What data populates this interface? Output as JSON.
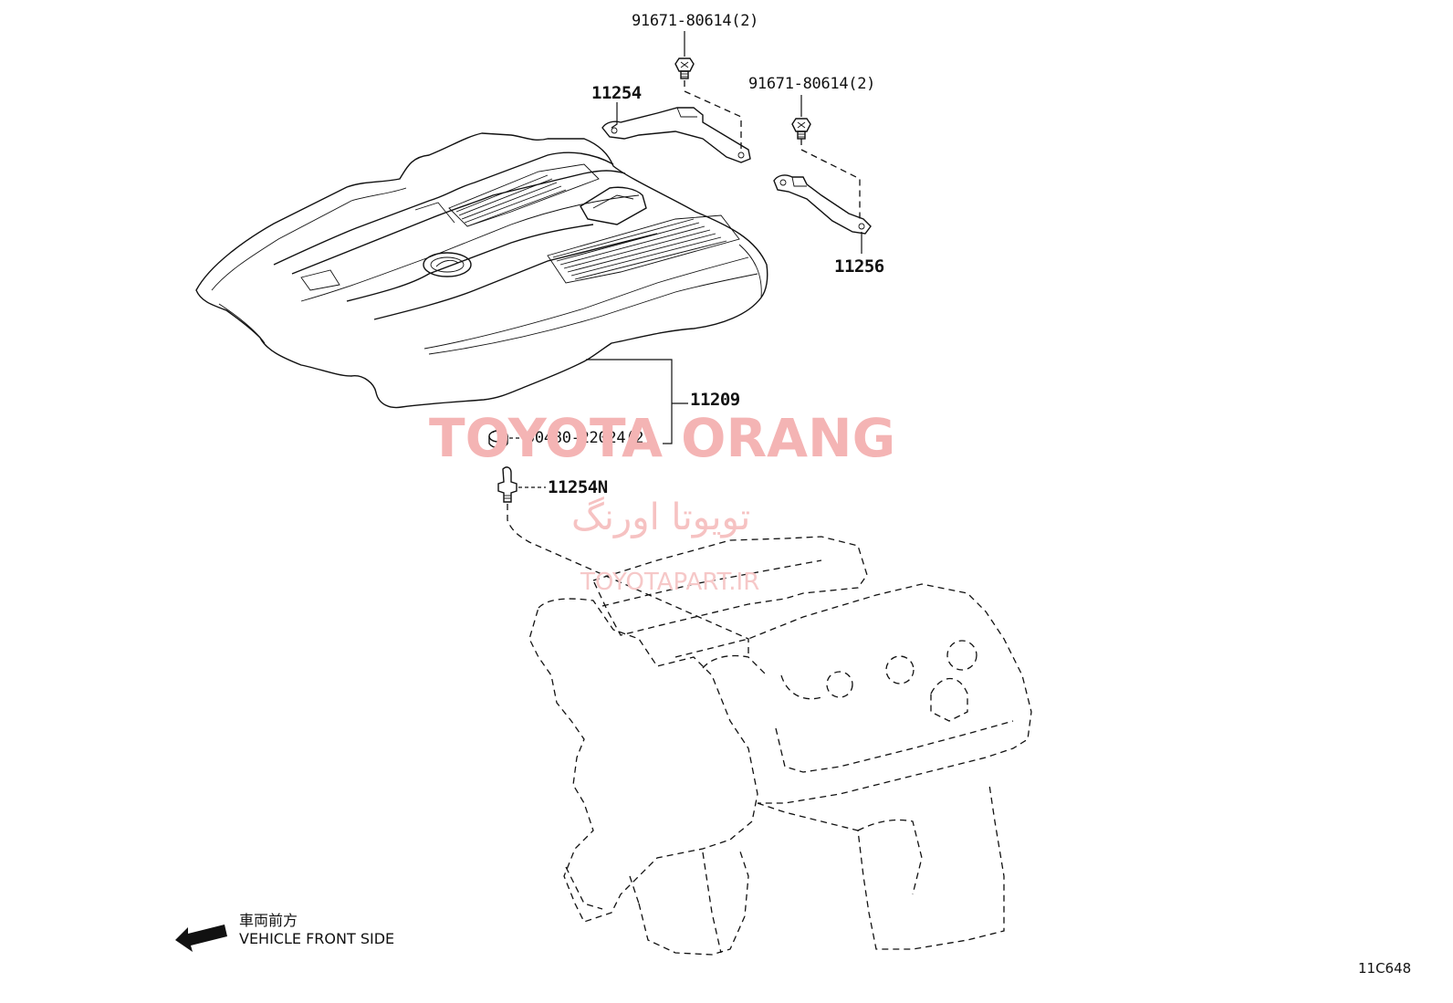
{
  "parts": {
    "bolt_top": "91671-80614(2)",
    "bolt_right": "91671-80614(2)",
    "bracket_left": "11254",
    "bracket_right": "11256",
    "engine_cover": "11209",
    "grommet": "90480-22024(2)",
    "stud_bolt": "11254N"
  },
  "direction": {
    "label_jp": "車両前方",
    "label_en": "VEHICLE FRONT SIDE"
  },
  "diagram_code": "11C648",
  "watermark": {
    "main": "TOYOTA ORANG",
    "persian": "تویوتا اورنگ",
    "url": "TOYOTAPART.IR"
  },
  "colors": {
    "line": "#111111",
    "watermark": "#f4b4b4"
  }
}
